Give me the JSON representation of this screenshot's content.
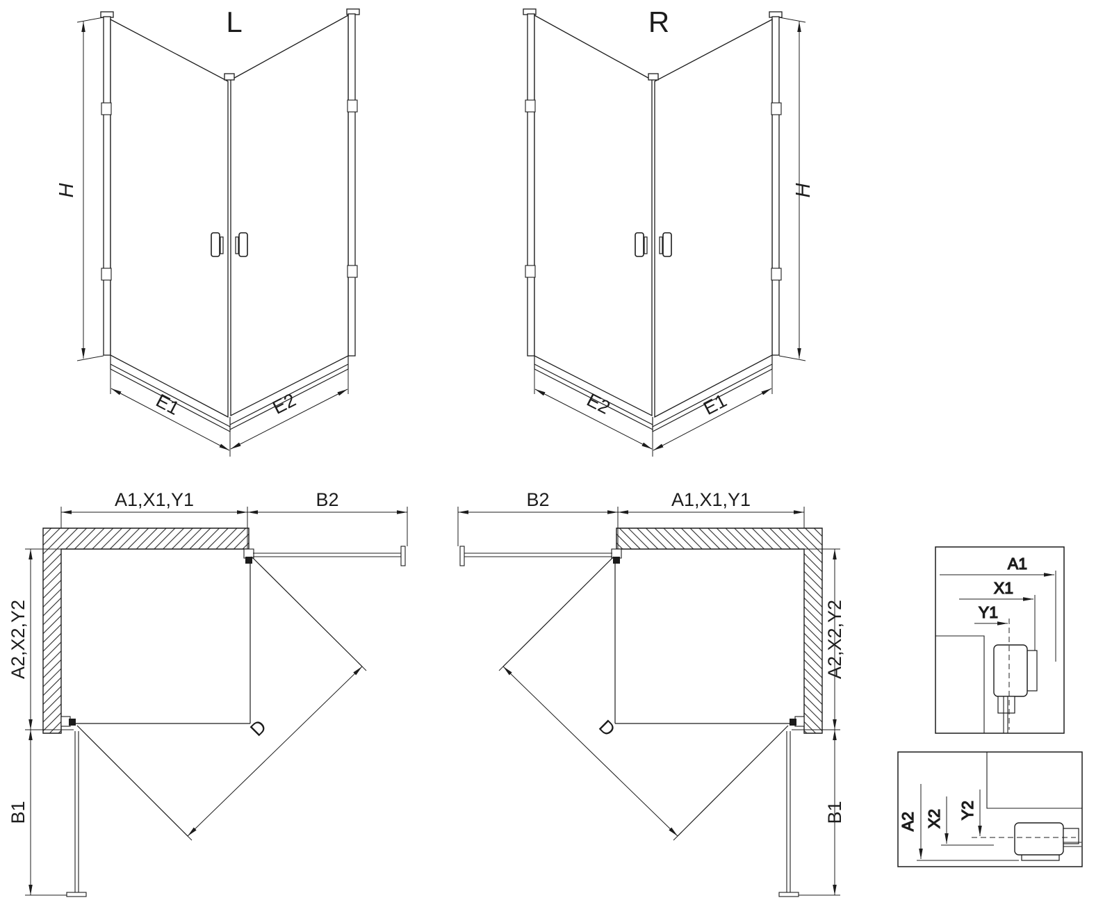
{
  "drawing": {
    "front_views": [
      {
        "id": "L",
        "title": "L",
        "height_label": "H",
        "bottom_left_label": "E1",
        "bottom_right_label": "E2"
      },
      {
        "id": "R",
        "title": "R",
        "height_label": "H",
        "bottom_left_label": "E2",
        "bottom_right_label": "E1"
      }
    ],
    "plan_views": [
      {
        "id": "L",
        "top_left_label": "A1,X1,Y1",
        "top_right_label": "B2",
        "side_upper_label": "A2,X2,Y2",
        "side_lower_label": "B1",
        "diagonal_label": "D"
      },
      {
        "id": "R",
        "top_left_label": "B2",
        "top_right_label": "A1,X1,Y1",
        "side_upper_label": "A2,X2,Y2",
        "side_lower_label": "B1",
        "diagonal_label": "D"
      }
    ],
    "details": [
      {
        "id": "top-profile-detail",
        "labels": [
          "A1",
          "X1",
          "Y1"
        ]
      },
      {
        "id": "bottom-profile-detail",
        "labels": [
          "A2",
          "X2",
          "Y2"
        ]
      }
    ]
  },
  "colors": {
    "line": "#1c1c1c",
    "hatch": "#2b2b2b",
    "background": "#ffffff"
  }
}
